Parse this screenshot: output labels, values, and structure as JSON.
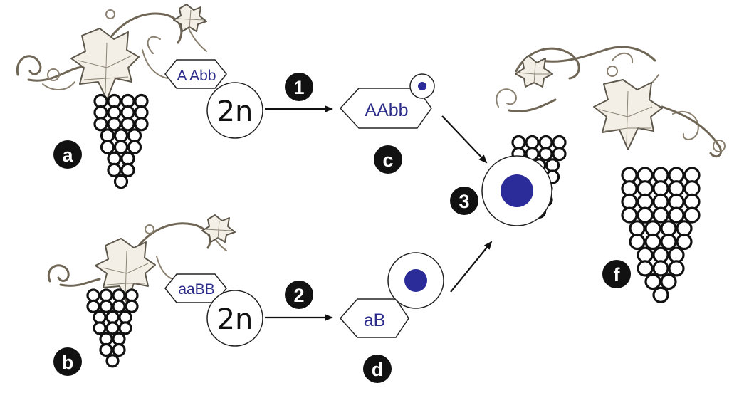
{
  "labels": {
    "a": "a",
    "b": "b",
    "c": "c",
    "d": "d",
    "f": "f",
    "step1": "1",
    "step2": "2",
    "step3": "3"
  },
  "genotypes": {
    "a": "A Abb",
    "b": "aaBB",
    "c": "AAbb",
    "d": "aB"
  },
  "ploidy": {
    "a": "2n",
    "b": "2n"
  },
  "colors": {
    "nucleus": "#2b2b9a",
    "badge": "#111111",
    "genotype_text": "#2b2b8a"
  },
  "icons": [
    "grape-vine-icon",
    "grape-leaf-icon",
    "grape-cluster-icon",
    "nucleus-icon"
  ]
}
